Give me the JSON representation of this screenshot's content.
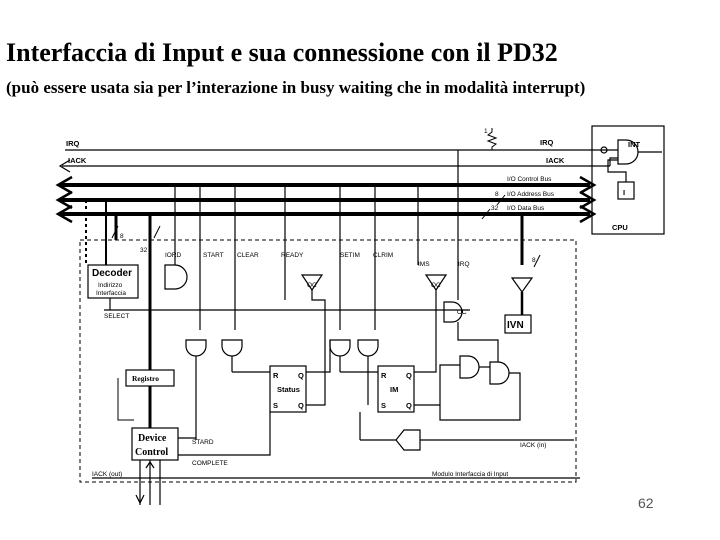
{
  "slide": {
    "title": "Interfaccia di Input e sua connessione con il PD32",
    "subtitle": "(può essere usata sia per l’interazione in busy waiting che in modalità interrupt)",
    "page_number": "62"
  },
  "diagram": {
    "cpu_side": {
      "cpu_label": "CPU",
      "int_label": "INT",
      "i_flag": "I",
      "irq_in": "IRQ",
      "iack_in": "IACK",
      "irq_bit": "1"
    },
    "buses": {
      "iack_left": "IACK",
      "irq_top": "IRQ",
      "control": "I/O Control Bus",
      "address": "I/O Address Bus",
      "address_width": "8",
      "data": "I/O Data Bus",
      "data_width": "32"
    },
    "interface": {
      "module_label": "Modulo Interfaccia di Input",
      "decoder": "Decoder",
      "decoder_sub1": "Indirizzo",
      "decoder_sub2": "Interfaccia",
      "addr_width": "8",
      "reg_width": "32",
      "select": "SELECT",
      "iord": "IORD",
      "start": "START",
      "clear": "CLEAR",
      "ready": "READY",
      "setim": "SETIM",
      "clrim": "CLRIM",
      "ims": "IMS",
      "irq": "IRQ",
      "oc1": "OC",
      "oc2": "OC",
      "oc3": "OC",
      "ivn_width": "8",
      "ivn": "IVN",
      "registro": "Registro",
      "status": "Status",
      "im": "IM",
      "ff_r": "R",
      "ff_s": "S",
      "ff_q": "Q",
      "device_control_1": "Device",
      "device_control_2": "Control",
      "stard": "STARD",
      "complete": "COMPLETE",
      "iack_in": "IACK (in)",
      "iack_out": "IACK (out)"
    }
  }
}
